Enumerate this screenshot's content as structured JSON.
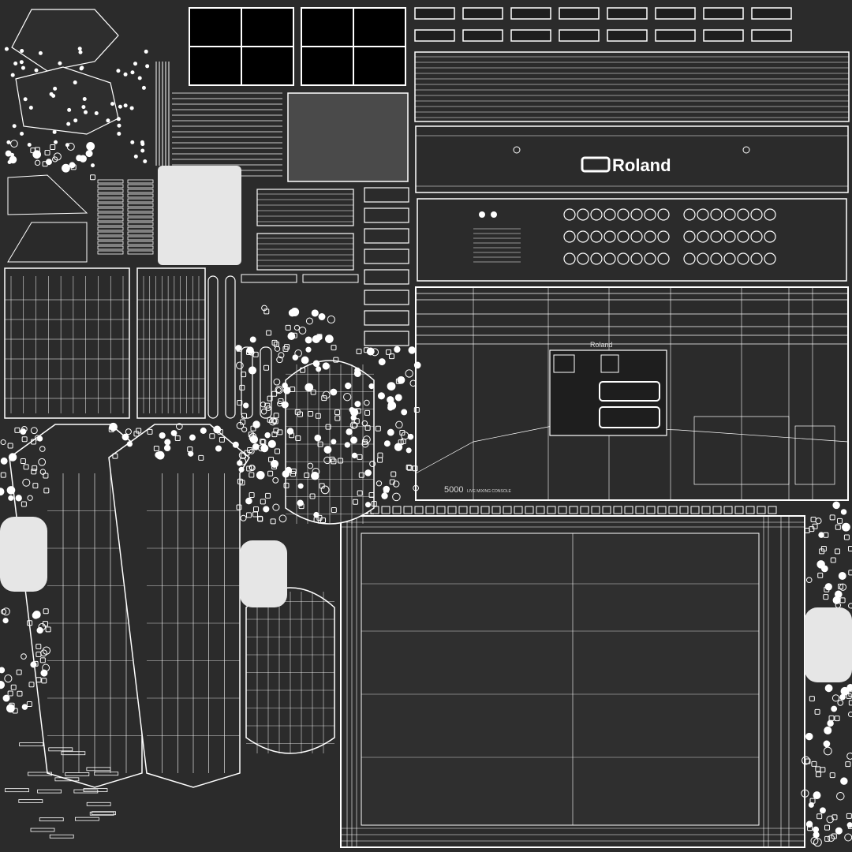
{
  "brand": {
    "logo_text": "Roland",
    "console_small_logo": "Roland",
    "console_model": "5000",
    "console_tagline": "LIVE MIXING CONSOLE"
  },
  "colors": {
    "background": "#2b2b2b",
    "wire": "#ffffff",
    "panel_fill": "#222222",
    "highlight_fill": "#e6e6e6",
    "mid_fill": "#4a4a4a"
  }
}
